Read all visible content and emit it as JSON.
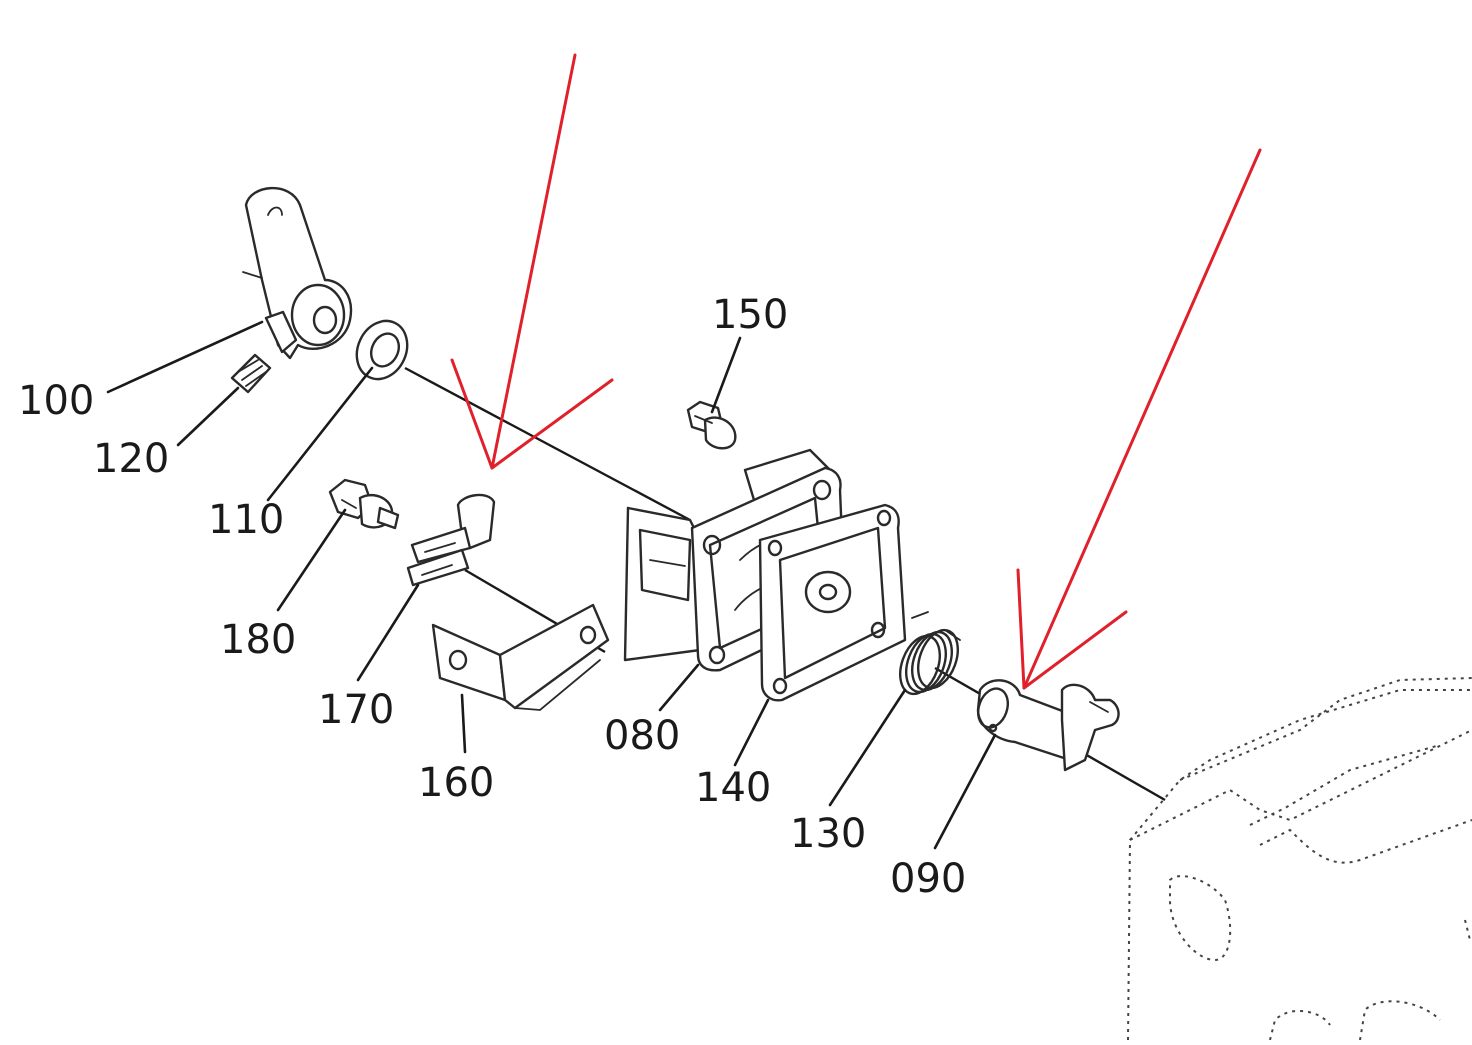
{
  "diagram": {
    "part_labels": [
      "100",
      "120",
      "110",
      "180",
      "170",
      "160",
      "150",
      "080",
      "140",
      "130",
      "090"
    ]
  },
  "colors": {
    "line_art": "#2a2a2a",
    "annotation_arrow": "#e0202a",
    "background": "#ffffff"
  }
}
